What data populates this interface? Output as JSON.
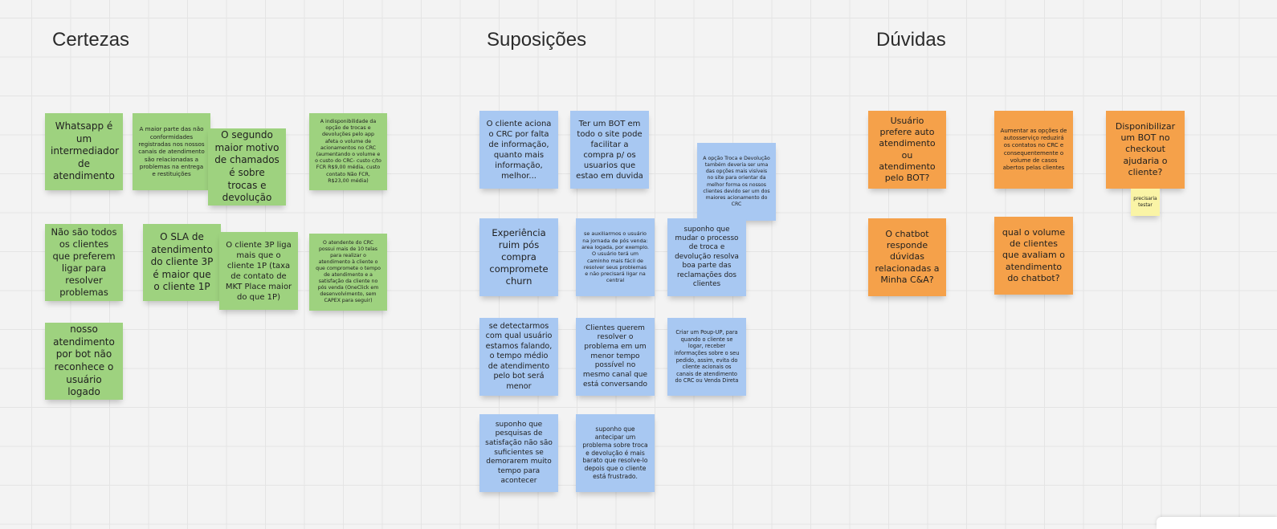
{
  "board": {
    "headings": {
      "certezas": "Certezas",
      "suposicoes": "Suposições",
      "duvidas": "Dúvidas"
    },
    "certezas": [
      "Whatsapp é um intermediador de atendimento",
      "A maior parte das não conformidades registradas nos nossos canais de atendimento são relacionadas a problemas na entrega e restituições",
      "O segundo maior motivo de chamados é sobre trocas e devolução",
      "A indisponibilidade da opção de trocas e devoluções pelo app afeta o volume de acionamentos no CRC (aumentando o volume e o custo do CRC- custo c/to FCR R$9,00 média, custo contato Não FCR, R$23,00 média)",
      "Não são todos os clientes que preferem ligar para resolver problemas",
      "O SLA de atendimento do cliente 3P é maior que o cliente 1P",
      "O cliente 3P liga mais que o cliente 1P (taxa de contato de MKT Place maior do que 1P)",
      "O atendente do CRC possui mais de 10 telas para realizar o atendimento à cliente o que compromete o tempo de atendimento e a satisfação da cliente no pós venda (OneClick em desenvolvimento, sem CAPEX para seguir)",
      "nosso atendimento por bot não reconhece o usuário logado"
    ],
    "suposicoes": [
      "O cliente aciona o CRC por falta de informação, quanto mais informação, melhor...",
      "Ter um BOT em todo o site pode facilitar a compra p/ os usuarios que estao em duvida",
      "A opção Troca e Devolução também deveria ser uma das opções mais visíveis no site para orientar da melhor forma os nossos clientes devido ser um dos maiores acionamento do CRC",
      "Experiência ruim pós compra compromete churn",
      "se auxiliarmos o usuário na jornada de pós venda: area logada, por exemplo. O usuário terá um caminho mais fácil de resolver seus problemas e não precisará ligar na central",
      "suponho que mudar o processo de troca e devolução resolva boa parte das reclamações dos clientes",
      "se detectarmos com qual usuário estamos falando, o tempo médio de atendimento pelo bot será menor",
      "Clientes querem resolver o problema em um menor tempo possível no mesmo canal que está conversando",
      "Criar um Poup-UP, para quando o cliente se logar, receber informações sobre o seu pedido, assim, evita do cliente acionais os canais de atendimento do CRC ou Venda Direta",
      "suponho que pesquisas de satisfação não são suficientes se demorarem muito tempo para acontecer",
      "suponho que antecipar um problema sobre troca e devolução é mais barato que resolve-lo depois que o cliente está frustrado."
    ],
    "duvidas": [
      "Usuário prefere auto atendimento ou atendimento pelo BOT?",
      "Aumentar as opções de autosserviço reduzirá os contatos no CRC e consequentemente o volume de casos abertos pelas clientes",
      "Disponibilizar um BOT no checkout ajudaria o cliente?",
      "precisaria testar",
      "O chatbot responde dúvidas relacionadas a Minha C&A?",
      "qual o volume de clientes que avaliam o atendimento do chatbot?"
    ],
    "colors": {
      "certezas": "#9ed27f",
      "suposicoes": "#a8c8f2",
      "duvidas": "#f5a14a",
      "comment": "#faf4a6"
    }
  }
}
